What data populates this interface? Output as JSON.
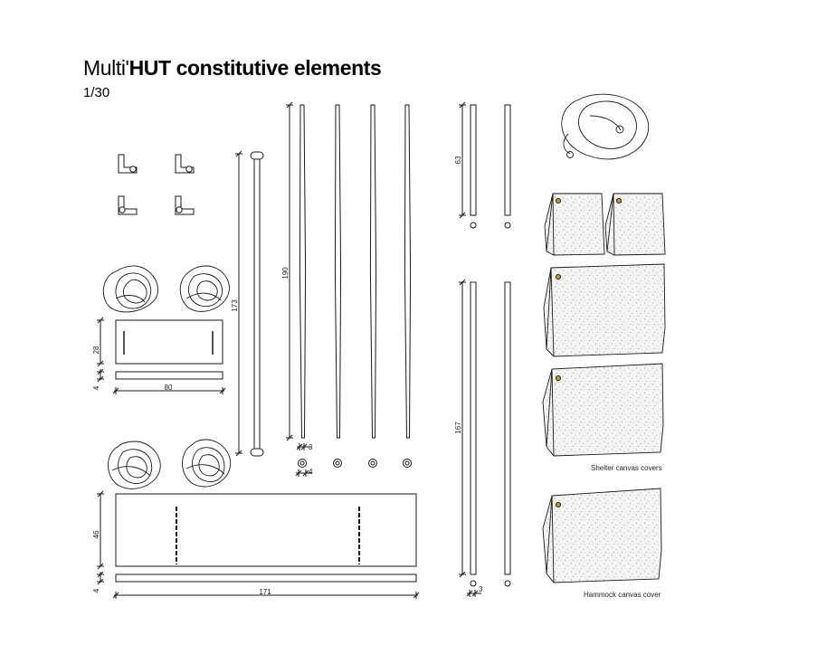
{
  "title": {
    "light": "Multi'",
    "bold": "HUT constitutive elements"
  },
  "scale": "1/30",
  "dimensions": {
    "small_board_height": "28",
    "small_board_thickness": "4",
    "small_board_width": "80",
    "short_pole_length": "173",
    "long_pole_length": "190",
    "long_pole_width": "3",
    "long_pole_base": "4",
    "upper_rod_length": "63",
    "lower_rod_length": "167",
    "rod_width": "3",
    "large_board_height": "46",
    "large_board_thickness": "4",
    "large_board_width": "171"
  },
  "captions": {
    "shelter": "Shelter canvas covers",
    "hammock": "Hammock canvas cover"
  },
  "colors": {
    "line": "#1a1a1a",
    "canvas_fill": "#f3f3f3",
    "grommet": "#b59a2a"
  }
}
